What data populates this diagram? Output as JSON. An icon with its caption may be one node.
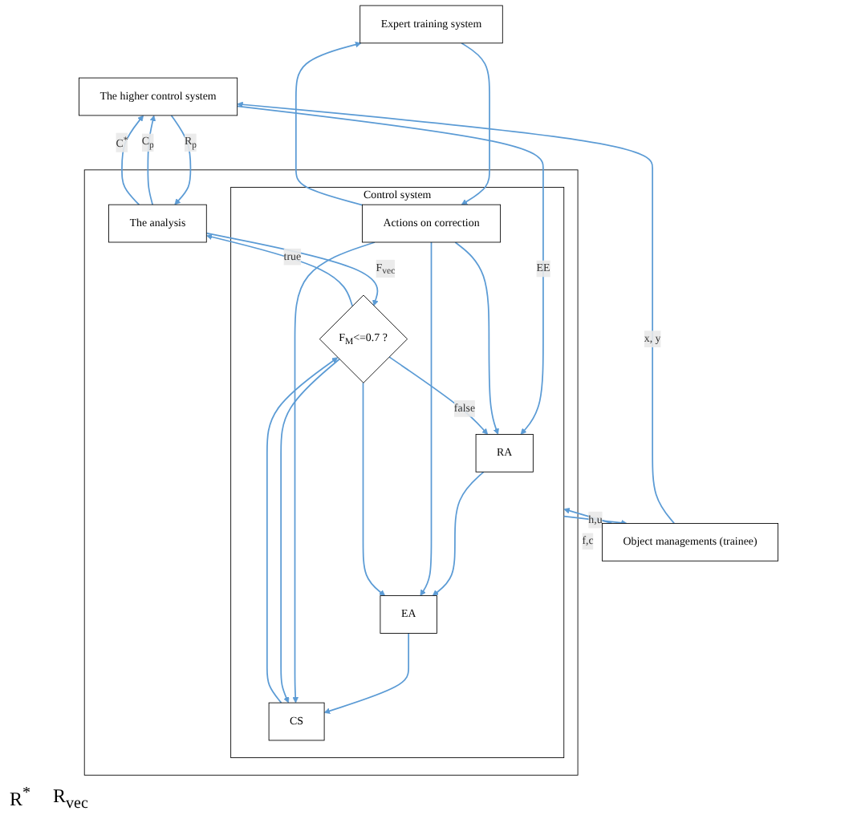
{
  "diagram": {
    "nodes": [
      {
        "text": [
          "The higher control system"
        ]
      },
      {
        "text": [
          "Expert training system"
        ]
      },
      {
        "text": [],
        "shape": "box"
      },
      {
        "text": [
          "The analysis"
        ],
        "in": 2
      },
      {
        "text": [
          "Control system"
        ],
        "in": 2
      },
      {
        "text": [
          "RA"
        ],
        "in": 4
      },
      {
        "text": [
          "EA"
        ],
        "in": 4
      },
      {
        "text": [
          "CS"
        ],
        "in": 4
      },
      {
        "text": [
          "F$_{M}$<=0.7 ?"
        ],
        "in": 4
      },
      {
        "text": [
          "Actions on correction"
        ],
        "in": 4
      },
      {
        "text": [
          "Object managements (trainee)"
        ]
      }
    ],
    "edges": [
      {
        "from": 0,
        "to": 3,
        "arrow": "to",
        "label": "R$_{p}$"
      },
      {
        "from": 3,
        "to": 0,
        "arrow": "to",
        "label": "C$_{p}$"
      },
      {
        "from": 0,
        "to": 5,
        "arrow": "to",
        "label": "EE"
      },
      {
        "from": 5,
        "to": 6,
        "arrow": "to"
      },
      {
        "from": 6,
        "to": 7,
        "arrow": "to"
      },
      {
        "from": 7,
        "to": 8,
        "arrow": "to"
      },
      {
        "from": 9,
        "to": 1,
        "arrow": "to"
      },
      {
        "from": 1,
        "to": 9,
        "arrow": "to"
      },
      {
        "from": 9,
        "to": 5,
        "arrow": "to"
      },
      {
        "from": 9,
        "to": 6,
        "arrow": "to"
      },
      {
        "from": 9,
        "to": 7,
        "arrow": "to"
      },
      {
        "from": 8,
        "to": 5,
        "arrow": "to",
        "label": "false"
      },
      {
        "from": 8,
        "to": 6,
        "arrow": "to"
      },
      {
        "from": 8,
        "to": 7,
        "arrow": "to"
      },
      {
        "from": 8,
        "to": 3,
        "arrow": "to",
        "label": "true"
      },
      {
        "from": 3,
        "to": 8,
        "arrow": "to",
        "label": "F$_{vec}$"
      },
      {
        "from": 4,
        "to": 10,
        "arrow": "to",
        "label": "h,u"
      },
      {
        "from": 10,
        "to": 4,
        "arrow": "to",
        "label": "f,c"
      },
      {
        "from": 10,
        "to": 0,
        "arrow": "to",
        "label": "x, y"
      },
      {
        "from": 3,
        "to": 0,
        "arrow": "to",
        "label": "C$^{*}$"
      }
    ],
    "labels": [
      "R$^{*}$",
      "R$_{vec}$"
    ]
  }
}
